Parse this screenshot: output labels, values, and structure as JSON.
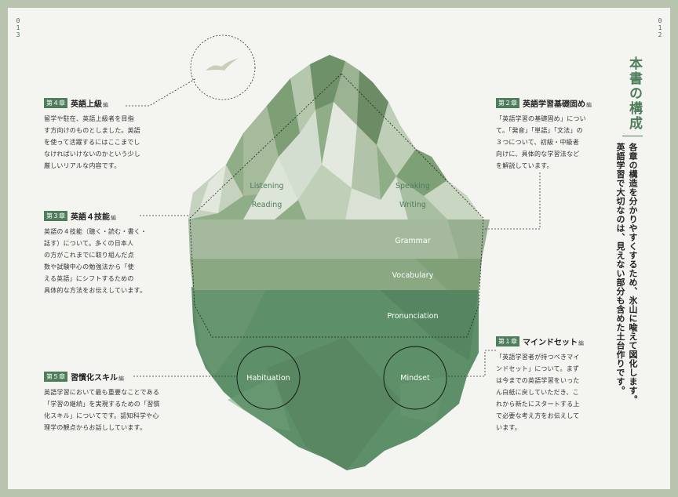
{
  "page_numbers": {
    "left": [
      "0",
      "1",
      "3"
    ],
    "right": [
      "0",
      "1",
      "2"
    ]
  },
  "title": {
    "main": "本書の構成",
    "lines": [
      "各章の構造を分かりやすくするため、氷山に喩えて図化します。",
      "英語学習で大切なのは、見えない部分も含めた土台作りです。"
    ]
  },
  "iceberg_labels": {
    "listening": "Listening",
    "reading": "Reading",
    "speaking": "Speaking",
    "writing": "Writing",
    "grammar": "Grammar",
    "vocabulary": "Vocabulary",
    "pronunciation": "Pronunciation",
    "habituation": "Habituation",
    "mindset": "Mindset"
  },
  "chapters": {
    "ch4": {
      "tag": "第４章",
      "title": "英語上級",
      "suffix": "編",
      "lines": [
        "留学や駐在、英語上級者を目指",
        "す方向けのものとしました。英語",
        "を使って活躍するにはここまでし",
        "なければいけないのかという少し",
        "厳しいリアルな内容です。"
      ]
    },
    "ch3": {
      "tag": "第３章",
      "title": "英語４技能",
      "suffix": "編",
      "lines": [
        "英語の４技能（聴く・読む・書く・",
        "話す）について。多くの日本人",
        "の方がこれまでに取り組んだ点",
        "数や試験中心の勉強法から「使",
        "える英語」にシフトするための",
        "具体的な方法をお伝えしています。"
      ]
    },
    "ch5": {
      "tag": "第５章",
      "title": "習慣化スキル",
      "suffix": "編",
      "lines": [
        "英語学習において最も重要なことである",
        "「学習の継続」を実現するための「習慣",
        "化スキル」についてです。認知科学や心",
        "理学の観点からお話ししています。"
      ]
    },
    "ch2": {
      "tag": "第２章",
      "title": "英語学習基礎固め",
      "suffix": "編",
      "lines": [
        "「英語学習の基礎固め」につい",
        "て。「発音」「単語」「文法」の",
        "３つについて、初級・中級者",
        "向けに、具体的な学習法など",
        "を解説しています。"
      ]
    },
    "ch1": {
      "tag": "第１章",
      "title": "マインドセット",
      "suffix": "編",
      "lines": [
        "「英語学習者が持つべきマイ",
        "ンドセット」について。まず",
        "は今までの英語学習をいった",
        "ん白紙に戻していただき、こ",
        "れから新たにスタートする上",
        "で必要な考え方をお伝えして",
        "います。"
      ]
    }
  },
  "colors": {
    "accent": "#4e7d5c",
    "band_light": "#a4b99d",
    "band_mid": "#8aa882",
    "band_dark": "#5d8f68",
    "background": "#f4f5f1"
  }
}
